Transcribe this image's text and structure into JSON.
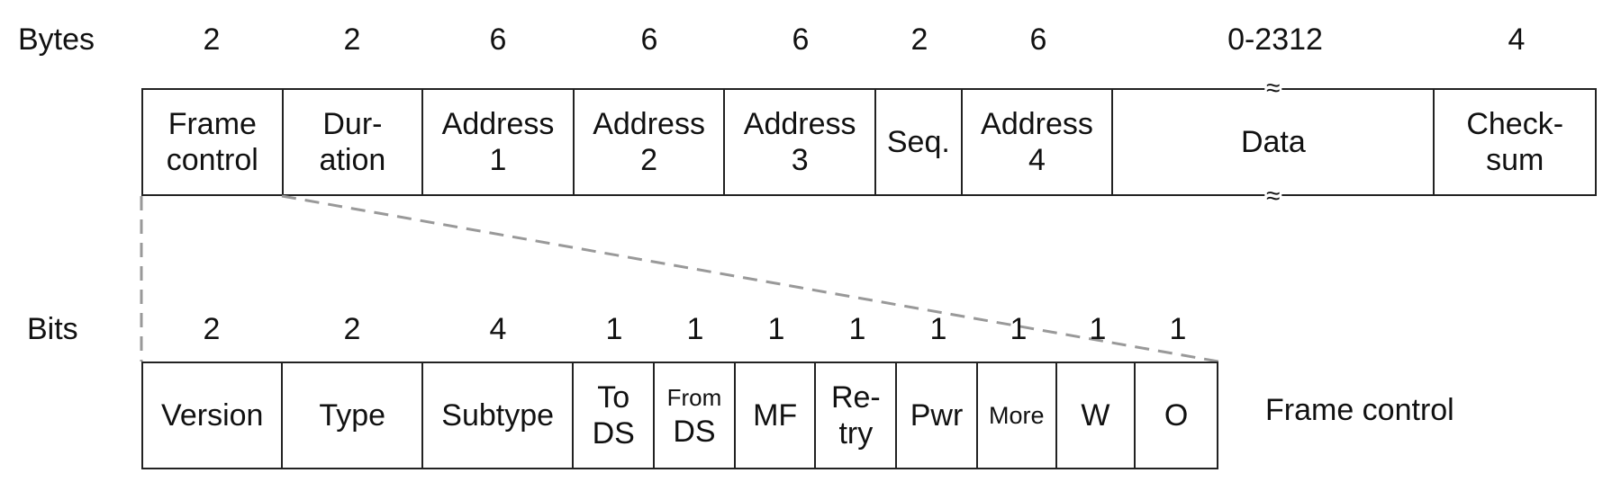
{
  "frame": {
    "row_label": "Bytes",
    "fields": [
      {
        "size": "2",
        "lines": [
          "Frame",
          "control"
        ]
      },
      {
        "size": "2",
        "lines": [
          "Dur-",
          "ation"
        ]
      },
      {
        "size": "6",
        "lines": [
          "Address",
          "1"
        ]
      },
      {
        "size": "6",
        "lines": [
          "Address",
          "2"
        ]
      },
      {
        "size": "6",
        "lines": [
          "Address",
          "3"
        ]
      },
      {
        "size": "2",
        "lines": [
          "Seq."
        ]
      },
      {
        "size": "6",
        "lines": [
          "Address",
          "4"
        ]
      },
      {
        "size": "0-2312",
        "lines": [
          "Data"
        ]
      },
      {
        "size": "4",
        "lines": [
          "Check-",
          "sum"
        ]
      }
    ],
    "break_mark": "≈"
  },
  "frame_control": {
    "row_label": "Bits",
    "title": "Frame control",
    "fields": [
      {
        "size": "2",
        "lines": [
          "Version"
        ]
      },
      {
        "size": "2",
        "lines": [
          "Type"
        ]
      },
      {
        "size": "4",
        "lines": [
          "Subtype"
        ]
      },
      {
        "size": "1",
        "lines": [
          "To",
          "DS"
        ]
      },
      {
        "size": "1",
        "lines": [
          "From",
          "DS"
        ]
      },
      {
        "size": "1",
        "lines": [
          "MF"
        ]
      },
      {
        "size": "1",
        "lines": [
          "Re-",
          "try"
        ]
      },
      {
        "size": "1",
        "lines": [
          "Pwr"
        ]
      },
      {
        "size": "1",
        "lines": [
          "More"
        ]
      },
      {
        "size": "1",
        "lines": [
          "W"
        ]
      },
      {
        "size": "1",
        "lines": [
          "O"
        ]
      }
    ]
  }
}
